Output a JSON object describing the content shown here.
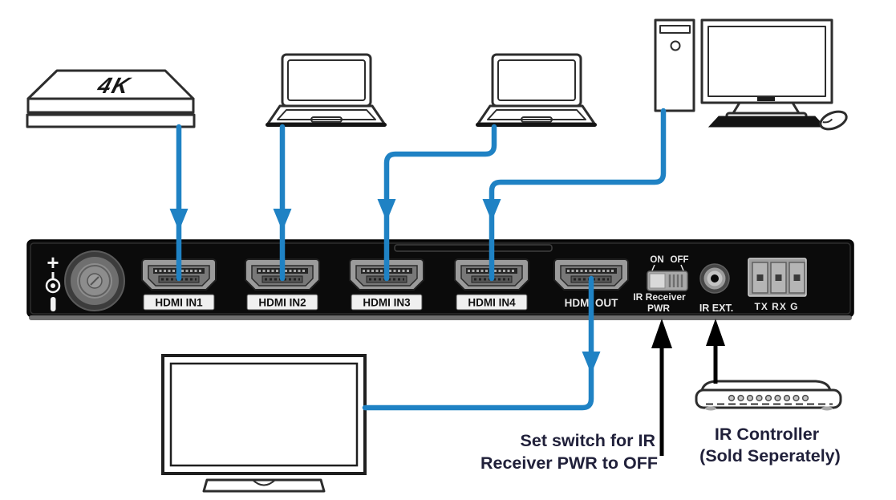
{
  "diagram": {
    "sources": {
      "media_box_label": "4K"
    },
    "panel": {
      "ports": [
        {
          "label": "HDMI IN1"
        },
        {
          "label": "HDMI IN2"
        },
        {
          "label": "HDMI IN3"
        },
        {
          "label": "HDMI IN4"
        }
      ],
      "output_port_label": "HDMI OUT",
      "ir_switch": {
        "on_label": "ON",
        "off_label": "OFF",
        "name_line1": "IR Receiver",
        "name_line2": "PWR"
      },
      "ir_ext_label": "IR EXT.",
      "terminal_label": "TX RX G",
      "polarity_plus": "+"
    },
    "annotations": {
      "switch_note_line1": "Set switch for IR",
      "switch_note_line2": "Receiver PWR to OFF",
      "ir_controller_name": "IR Controller",
      "ir_controller_note": "(Sold Seperately)"
    },
    "colors": {
      "cable_blue": "#1f82c4",
      "annotation_text": "#20203a",
      "panel_black": "#0b0b0b"
    }
  }
}
